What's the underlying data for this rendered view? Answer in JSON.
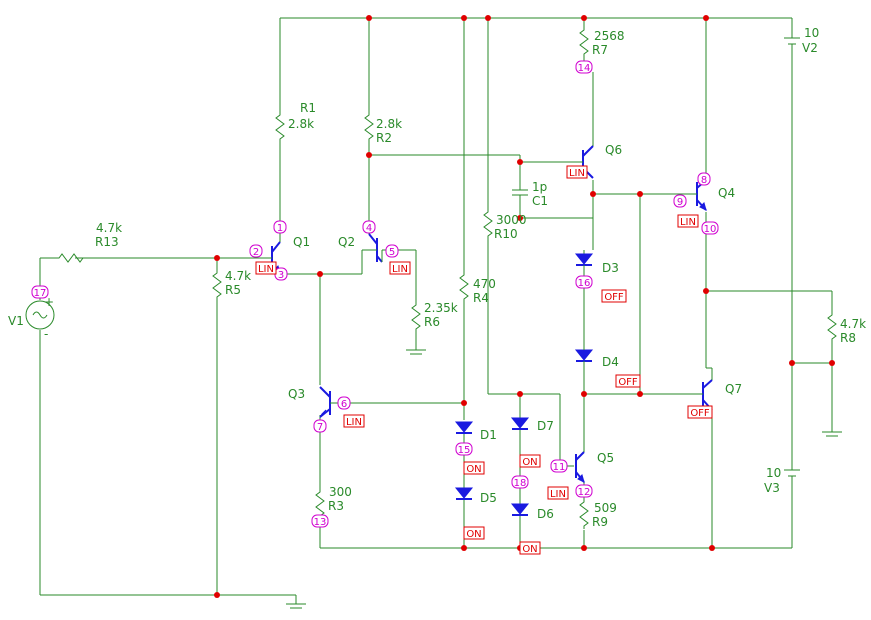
{
  "components": {
    "V1": {
      "ref": "V1"
    },
    "V2": {
      "ref": "V2",
      "value": "10"
    },
    "V3": {
      "ref": "V3",
      "value": "10"
    },
    "R1": {
      "ref": "R1",
      "value": "2.8k"
    },
    "R2": {
      "ref": "R2",
      "value": "2.8k"
    },
    "R3": {
      "ref": "R3",
      "value": "300"
    },
    "R4": {
      "ref": "R4",
      "value": "470"
    },
    "R5": {
      "ref": "R5",
      "value": "4.7k"
    },
    "R6": {
      "ref": "R6",
      "value": "2.35k"
    },
    "R7": {
      "ref": "R7",
      "value": "2568"
    },
    "R8": {
      "ref": "R8",
      "value": "4.7k"
    },
    "R9": {
      "ref": "R9",
      "value": "509"
    },
    "R10": {
      "ref": "R10",
      "value": "3000"
    },
    "R13": {
      "ref": "R13",
      "value": "4.7k"
    },
    "C1": {
      "ref": "C1",
      "value": "1p"
    },
    "Q1": {
      "ref": "Q1",
      "state": "LIN"
    },
    "Q2": {
      "ref": "Q2",
      "state": "LIN"
    },
    "Q3": {
      "ref": "Q3",
      "state": "LIN"
    },
    "Q4": {
      "ref": "Q4",
      "state": "LIN"
    },
    "Q5": {
      "ref": "Q5",
      "state": "LIN"
    },
    "Q6": {
      "ref": "Q6",
      "state": "LIN"
    },
    "Q7": {
      "ref": "Q7",
      "state": "OFF"
    },
    "D1": {
      "ref": "D1",
      "state": "ON"
    },
    "D3": {
      "ref": "D3",
      "state": "OFF"
    },
    "D4": {
      "ref": "D4",
      "state": "OFF"
    },
    "D5": {
      "ref": "D5",
      "state": "ON"
    },
    "D6": {
      "ref": "D6",
      "state": "ON"
    },
    "D7": {
      "ref": "D7",
      "state": "ON"
    }
  },
  "nodes": [
    "1",
    "2",
    "3",
    "4",
    "5",
    "6",
    "7",
    "8",
    "9",
    "10",
    "11",
    "12",
    "13",
    "14",
    "15",
    "16",
    "17",
    "18"
  ],
  "symbols": {
    "plus": "+",
    "minus": "-",
    "tilde": "~"
  }
}
